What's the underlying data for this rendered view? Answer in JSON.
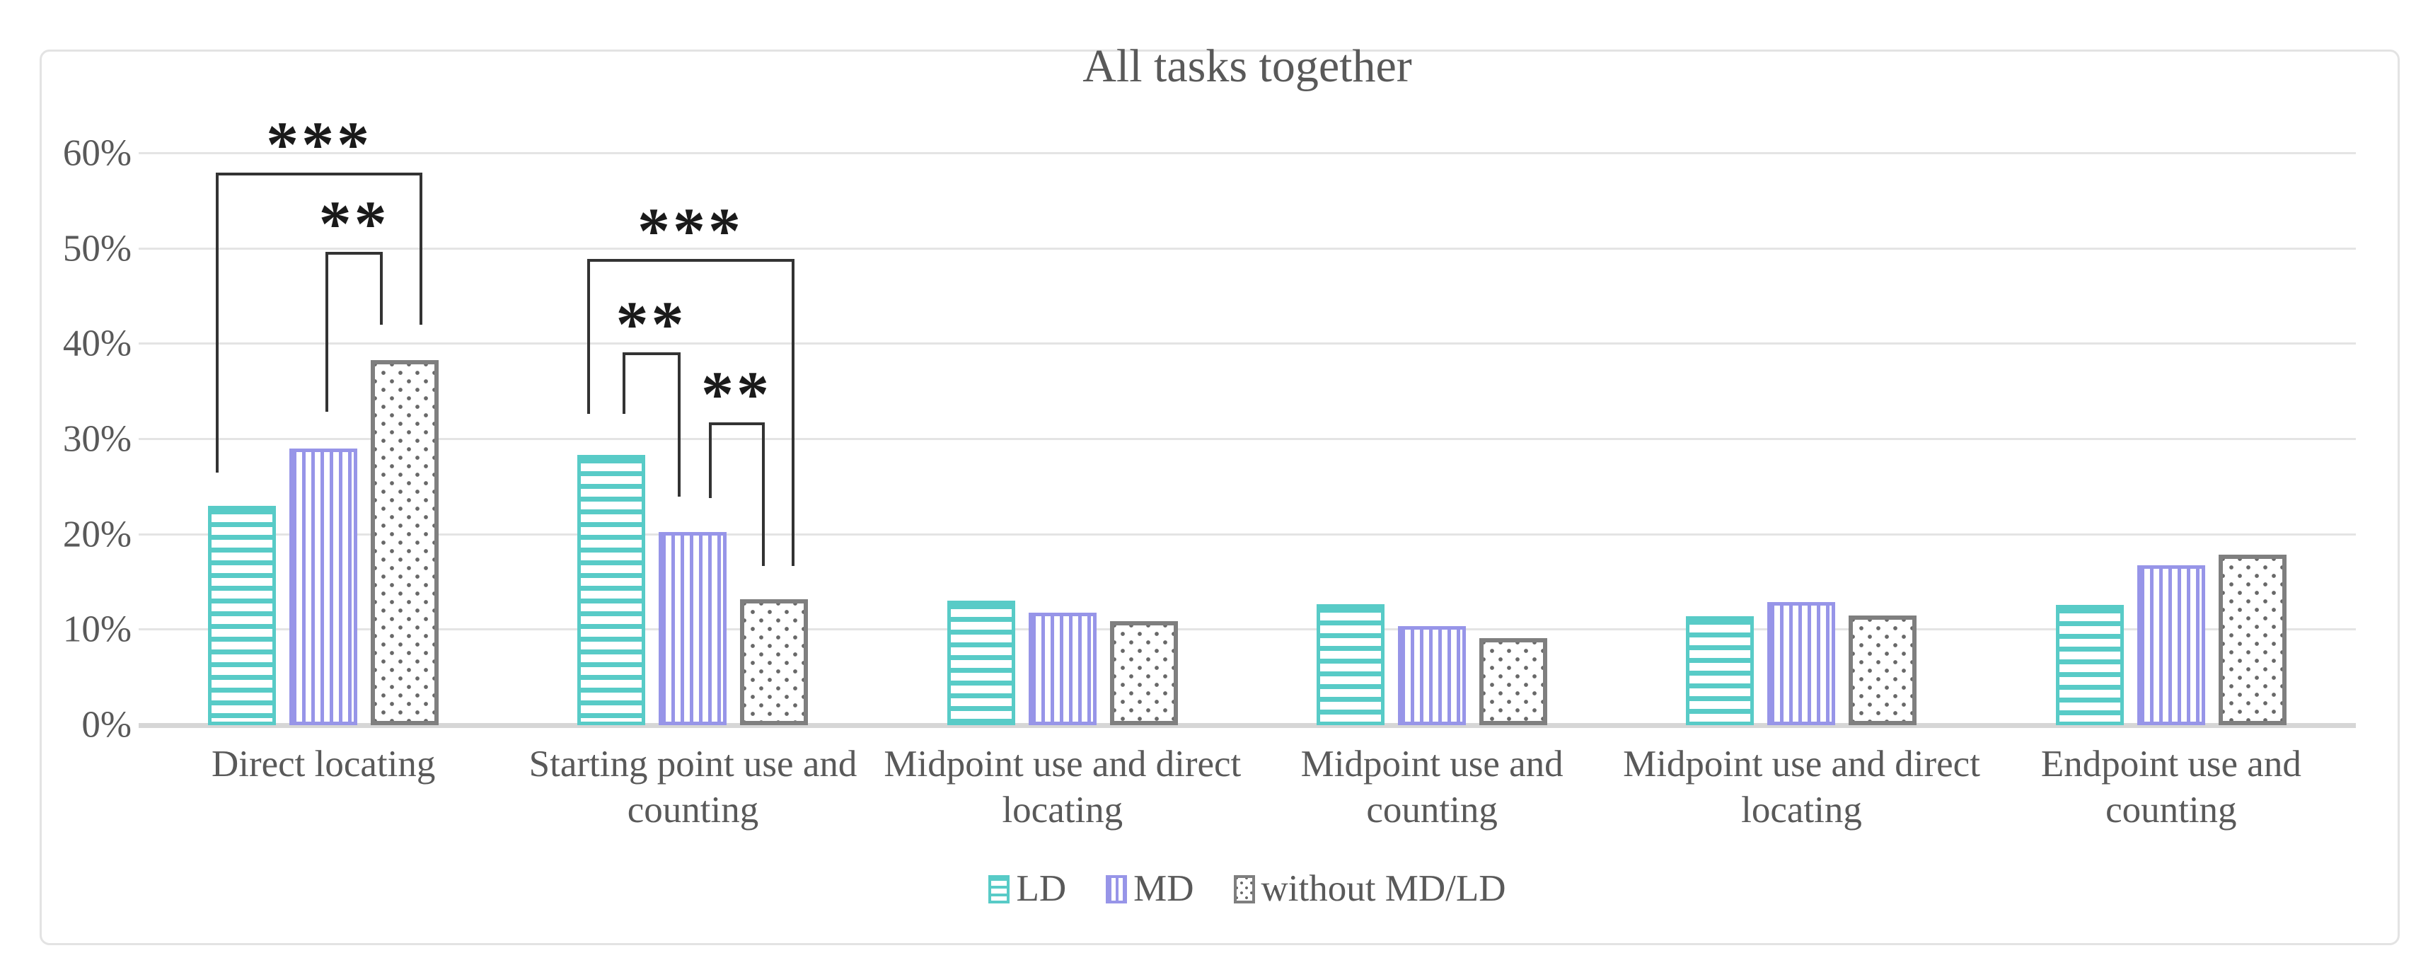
{
  "chart_data": {
    "type": "bar",
    "title": "All tasks together",
    "categories": [
      "Direct locating",
      "Starting point use and\ncounting",
      "Midpoint use and direct\nlocating",
      "Midpoint use and\ncounting",
      "Midpoint use and direct\nlocating",
      "Endpoint use and\ncounting"
    ],
    "series": [
      {
        "name": "LD",
        "pattern": "horizontal-stripes",
        "color": "#58cbc7",
        "values": [
          23.0,
          28.4,
          13.1,
          12.7,
          11.4,
          12.6
        ]
      },
      {
        "name": "MD",
        "pattern": "vertical-stripes",
        "color": "#9795e8",
        "values": [
          29.0,
          20.3,
          11.8,
          10.4,
          12.9,
          16.8
        ]
      },
      {
        "name": "without MD/LD",
        "pattern": "dots",
        "color": "#7f7f7f",
        "values": [
          38.3,
          13.2,
          10.9,
          9.1,
          11.5,
          17.9
        ]
      }
    ],
    "yaxis": {
      "unit": "%",
      "min": 0,
      "max": 60,
      "step": 10,
      "ticks": [
        "0%",
        "10%",
        "20%",
        "30%",
        "40%",
        "50%",
        "60%"
      ],
      "grid": true
    },
    "legend_position": "bottom",
    "significance_brackets": [
      {
        "category_index": 0,
        "label": "***",
        "from_series": 0,
        "to_series": 2,
        "from_dx": -37,
        "to_dx": 25,
        "top_value": 58.0,
        "left_end_value": 26.8,
        "right_end_value": 42.3
      },
      {
        "category_index": 0,
        "label": "**",
        "from_series": 1,
        "to_series": 2,
        "from_dx": 3,
        "to_dx": -31,
        "top_value": 49.7,
        "left_end_value": 33.2,
        "right_end_value": 42.3
      },
      {
        "category_index": 1,
        "label": "***",
        "from_series": 0,
        "to_series": 2,
        "from_dx": -35,
        "to_dx": 28,
        "top_value": 48.9,
        "left_end_value": 33.0,
        "right_end_value": 17.0
      },
      {
        "category_index": 1,
        "label": "**",
        "from_series": 0,
        "to_series": 1,
        "from_dx": 15,
        "to_dx": -18,
        "top_value": 39.1,
        "left_end_value": 33.0,
        "right_end_value": 24.3
      },
      {
        "category_index": 1,
        "label": "**",
        "from_series": 1,
        "to_series": 2,
        "from_dx": 22,
        "to_dx": -14,
        "top_value": 31.8,
        "left_end_value": 24.1,
        "right_end_value": 17.0
      }
    ]
  }
}
